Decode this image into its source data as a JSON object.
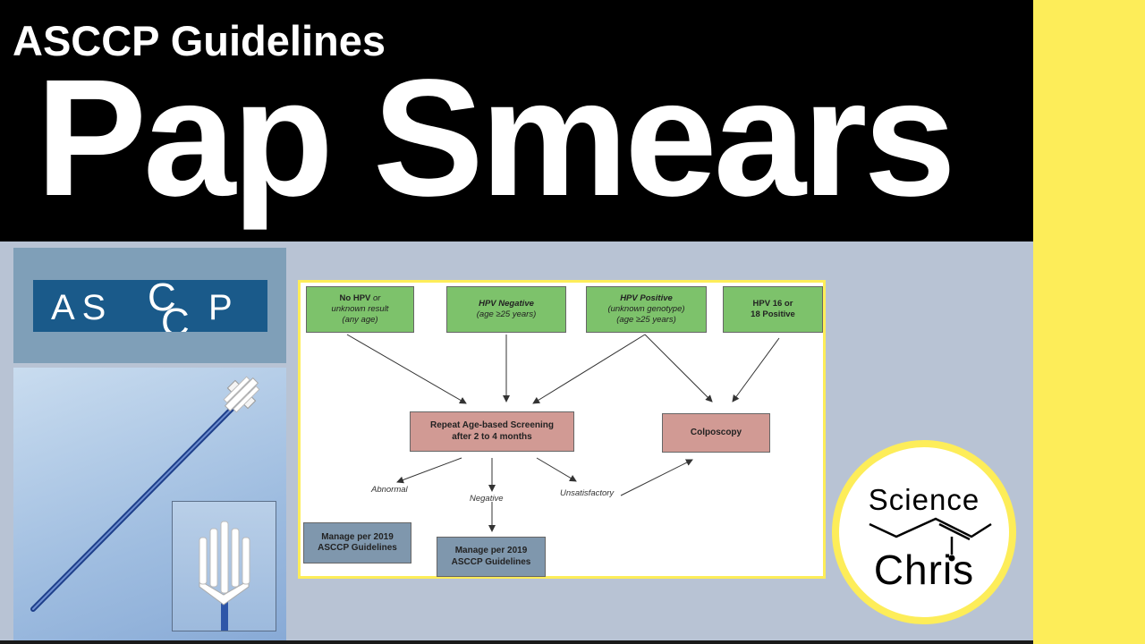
{
  "header": {
    "subtitle": "ASCCP Guidelines",
    "title": "Pap Smears"
  },
  "logo": {
    "letters_left": "AS",
    "letters_c1": "C",
    "letters_c2": "C",
    "letters_right": "P"
  },
  "flowchart": {
    "top_nodes": [
      {
        "line1": "No HPV",
        "line1_suffix": " or",
        "line2": "unknown result",
        "line3": "(any age)"
      },
      {
        "line1": "HPV Negative",
        "line2": "(age ≥25 years)"
      },
      {
        "line1": "HPV Positive",
        "line2": "(unknown genotype)",
        "line3": "(age ≥25 years)"
      },
      {
        "line1": "HPV 16 or",
        "line2": "18 Positive"
      }
    ],
    "repeat_node": {
      "line1": "Repeat Age-based Screening",
      "line2": "after 2 to 4 months"
    },
    "colposcopy_node": {
      "label": "Colposcopy"
    },
    "manage_nodes": [
      {
        "line1": "Manage per 2019",
        "line2": "ASCCP Guidelines"
      },
      {
        "line1": "Manage per 2019",
        "line2": "ASCCP Guidelines"
      }
    ],
    "edge_labels": {
      "abnormal": "Abnormal",
      "negative": "Negative",
      "unsatisfactory": "Unsatisfactory"
    }
  },
  "brand": {
    "science": "Science",
    "chris": "Chris"
  },
  "colors": {
    "banner": "#000000",
    "accent_yellow": "#fded59",
    "background": "#b8c3d4",
    "node_green": "#7dc26b",
    "node_pink": "#d19a94",
    "node_blue": "#7f97ad"
  }
}
